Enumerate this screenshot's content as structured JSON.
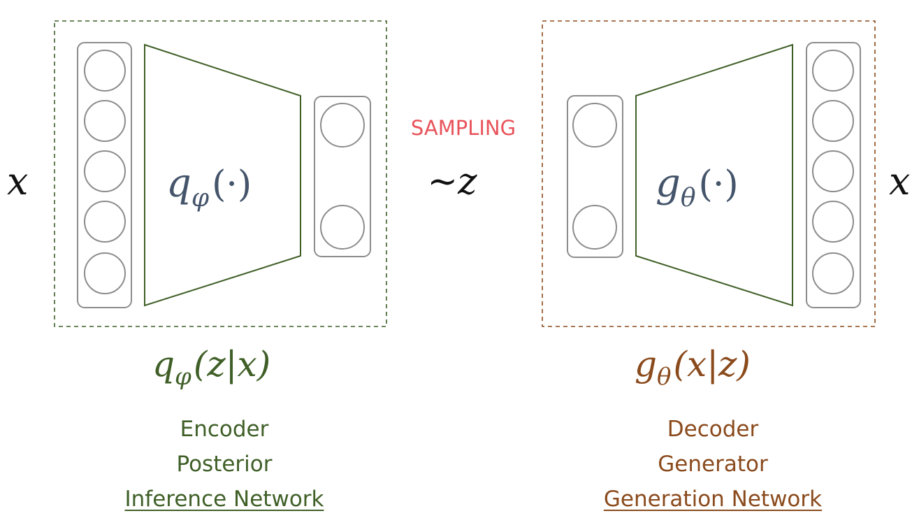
{
  "colors": {
    "encoder": "#3f5f27",
    "decoder": "#8a4a1c",
    "neuron_stroke": "#8c8c8c",
    "function_text": "#44546a",
    "sampling": "#e8535a",
    "text": "#111111"
  },
  "input_variable": "x",
  "output_variable": "x",
  "latent": "~z",
  "sampling_label": "SAMPLING",
  "encoder": {
    "function": {
      "symbol": "q",
      "subscript": "φ",
      "args": "(·)"
    },
    "distribution": {
      "symbol": "q",
      "subscript": "φ",
      "args": "(z|x)"
    },
    "captions": [
      "Encoder",
      "Posterior"
    ],
    "link_caption": "Inference Network"
  },
  "decoder": {
    "function": {
      "symbol": "g",
      "subscript": "θ",
      "args": "(·)"
    },
    "distribution": {
      "symbol": "g",
      "subscript": "θ",
      "args": "(x|z)"
    },
    "captions": [
      "Decoder",
      "Generator"
    ],
    "link_caption": "Generation Network"
  }
}
